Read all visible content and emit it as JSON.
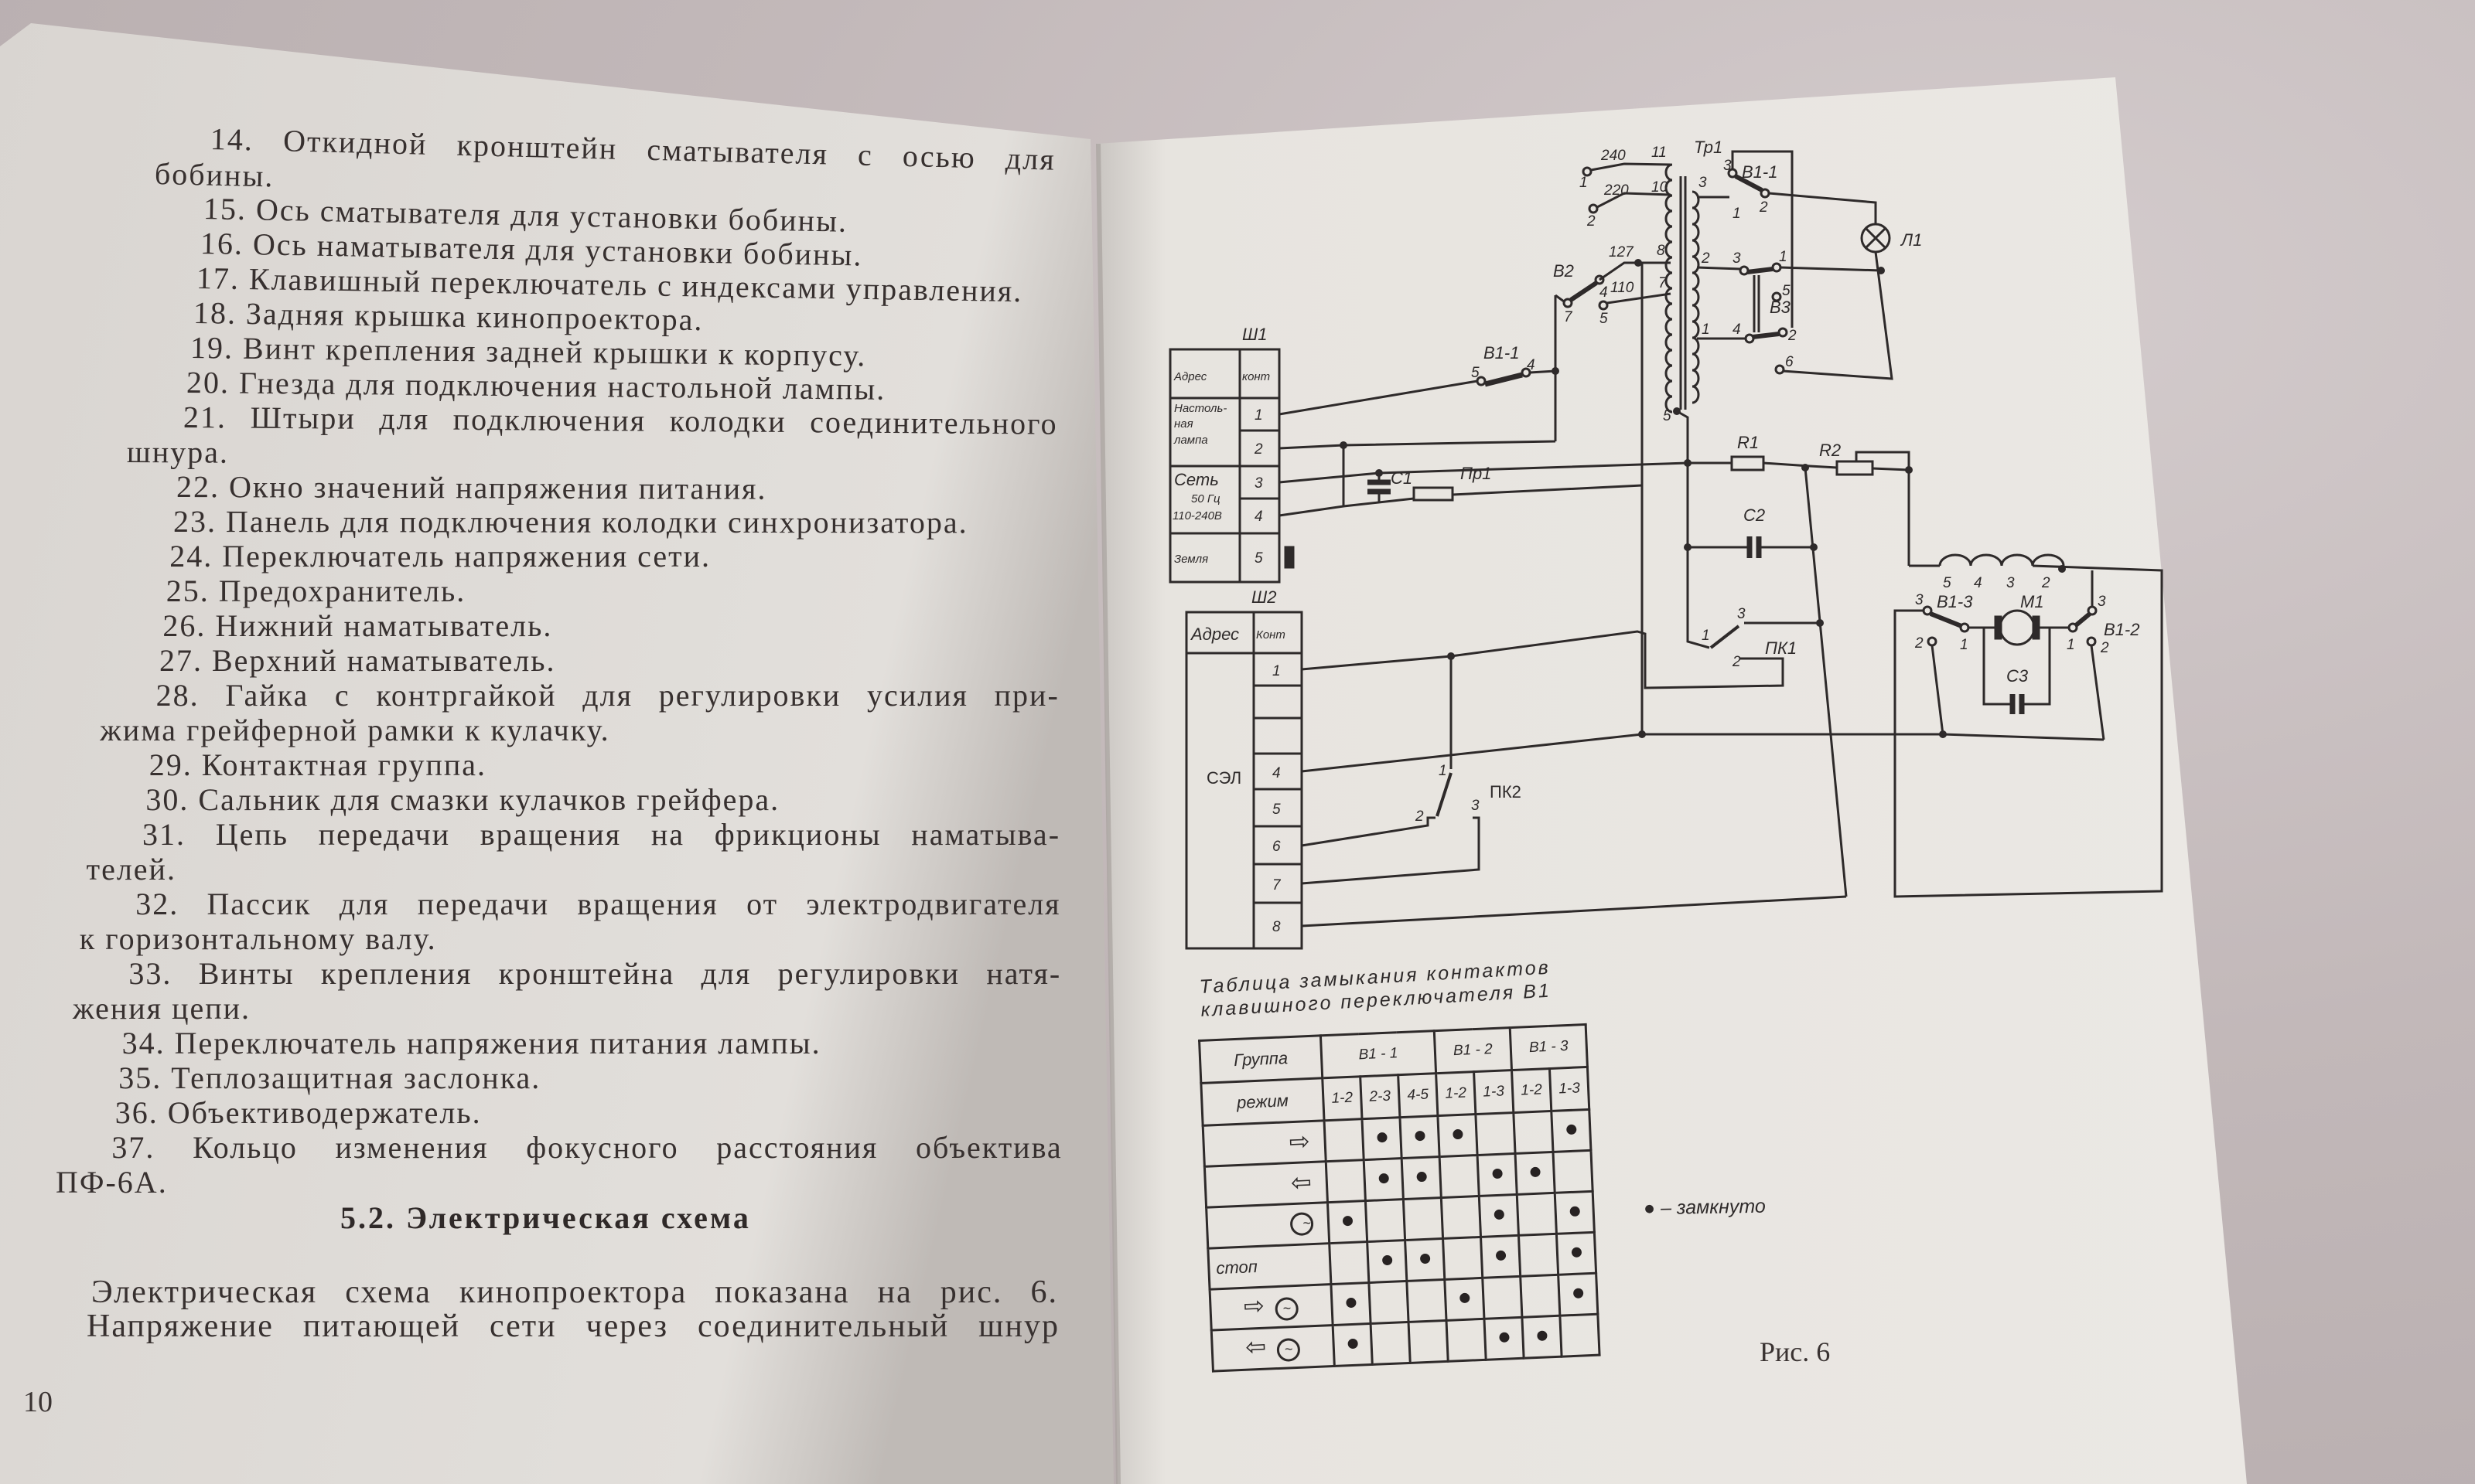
{
  "left_page": {
    "items": [
      {
        "n": "14.",
        "lines": [
          "Откидной кронштейн сматывателя с осью для",
          "бобины."
        ]
      },
      {
        "n": "15.",
        "lines": [
          "Ось сматывателя для установки бобины."
        ]
      },
      {
        "n": "16.",
        "lines": [
          "Ось наматывателя для установки бобины."
        ]
      },
      {
        "n": "17.",
        "lines": [
          "Клавишный переключатель с индексами управления."
        ]
      },
      {
        "n": "18.",
        "lines": [
          "Задняя крышка кинопроектора."
        ]
      },
      {
        "n": "19.",
        "lines": [
          "Винт крепления задней крышки к корпусу."
        ]
      },
      {
        "n": "20.",
        "lines": [
          "Гнезда для подключения настольной лампы."
        ]
      },
      {
        "n": "21.",
        "lines": [
          "Штыри для подключения колодки соединительного",
          "шнура."
        ]
      },
      {
        "n": "22.",
        "lines": [
          "Окно значений напряжения питания."
        ]
      },
      {
        "n": "23.",
        "lines": [
          "Панель для подключения колодки синхронизатора."
        ]
      },
      {
        "n": "24.",
        "lines": [
          "Переключатель напряжения сети."
        ]
      },
      {
        "n": "25.",
        "lines": [
          "Предохранитель."
        ]
      },
      {
        "n": "26.",
        "lines": [
          "Нижний наматыватель."
        ]
      },
      {
        "n": "27.",
        "lines": [
          "Верхний наматыватель."
        ]
      },
      {
        "n": "28.",
        "lines": [
          "Гайка с контргайкой для регулировки усилия при-",
          "жима грейферной рамки к кулачку."
        ]
      },
      {
        "n": "29.",
        "lines": [
          "Контактная группа."
        ]
      },
      {
        "n": "30.",
        "lines": [
          "Сальник для смазки кулачков грейфера."
        ]
      },
      {
        "n": "31.",
        "lines": [
          "Цепь передачи вращения на фрикционы наматыва-",
          "телей."
        ]
      },
      {
        "n": "32.",
        "lines": [
          "Пассик для передачи вращения от электродвигателя",
          "к горизонтальному валу."
        ]
      },
      {
        "n": "33.",
        "lines": [
          "Винты крепления кронштейна для регулировки натя-",
          "жения цепи."
        ]
      },
      {
        "n": "34.",
        "lines": [
          "Переключатель напряжения питания лампы."
        ]
      },
      {
        "n": "35.",
        "lines": [
          "Теплозащитная заслонка."
        ]
      },
      {
        "n": "36.",
        "lines": [
          "Объективодержатель."
        ]
      },
      {
        "n": "37.",
        "lines": [
          "Кольцо изменения фокусного расстояния объектива",
          "ПФ-6А."
        ]
      }
    ],
    "heading": "5.2. Электрическая схема",
    "paragraph": [
      "Электрическая схема кинопроектора показана на рис. 6.",
      "Напряжение питающей сети через соединительный шнур"
    ],
    "page_number": "10"
  },
  "right_page": {
    "diagram": {
      "sh1": "Ш1",
      "addr": "Адрес",
      "cont_lc": "конт",
      "cont": "Конт",
      "lamp": [
        "Настоль-",
        "ная",
        "лампа"
      ],
      "mains": [
        "Сеть",
        "50 Гц",
        "110-240В"
      ],
      "earth": "Земля",
      "sh2": "Ш2",
      "sel": "СЭЛ",
      "tr1": "Тр1",
      "v240": "240",
      "v220": "220",
      "v127": "127",
      "v110": "110",
      "c1": "С1",
      "c2": "С2",
      "c3": "С3",
      "pr1": "Пр1",
      "r1": "R1",
      "r2": "R2",
      "l1": "Л1",
      "b1_1": "В1-1",
      "b1_2": "В1-2",
      "b1_3": "В1-3",
      "b2": "В2",
      "b3": "В3",
      "pk1": "ПК1",
      "pk2": "ПК2",
      "m1": "М1",
      "d": {
        "1": "1",
        "2": "2",
        "3": "3",
        "4": "4",
        "5": "5",
        "6": "6",
        "7": "7",
        "8": "8",
        "10": "10",
        "11": "11"
      }
    },
    "table": {
      "title": [
        "Таблица замыкания контактов",
        "клавишного переключателя В1"
      ],
      "group_label": "Группа",
      "mode_label": "режим",
      "groups": [
        {
          "name": "В1 - 1",
          "contacts": [
            "1-2",
            "2-3",
            "4-5"
          ]
        },
        {
          "name": "В1 - 2",
          "contacts": [
            "1-2",
            "1-3"
          ]
        },
        {
          "name": "В1 - 3",
          "contacts": [
            "1-2",
            "1-3"
          ]
        }
      ],
      "rows": [
        {
          "mode_icons": [
            "arrow-right"
          ],
          "closed": [
            0,
            1,
            1,
            1,
            0,
            0,
            1
          ]
        },
        {
          "mode_icons": [
            "arrow-left"
          ],
          "closed": [
            0,
            1,
            1,
            0,
            1,
            1,
            0
          ]
        },
        {
          "mode_icons": [
            "circle-tilde"
          ],
          "closed": [
            1,
            0,
            0,
            0,
            1,
            0,
            1
          ]
        },
        {
          "mode_text": "стоп",
          "closed": [
            0,
            1,
            1,
            0,
            1,
            0,
            1
          ]
        },
        {
          "mode_icons": [
            "arrow-right",
            "circle-tilde"
          ],
          "closed": [
            1,
            0,
            0,
            1,
            0,
            0,
            1
          ]
        },
        {
          "mode_icons": [
            "arrow-left",
            "circle-tilde"
          ],
          "closed": [
            1,
            0,
            0,
            0,
            1,
            1,
            0
          ]
        }
      ]
    },
    "legend": {
      "symbol": "●",
      "text": "– замкнуто"
    },
    "caption": "Рис. 6"
  }
}
